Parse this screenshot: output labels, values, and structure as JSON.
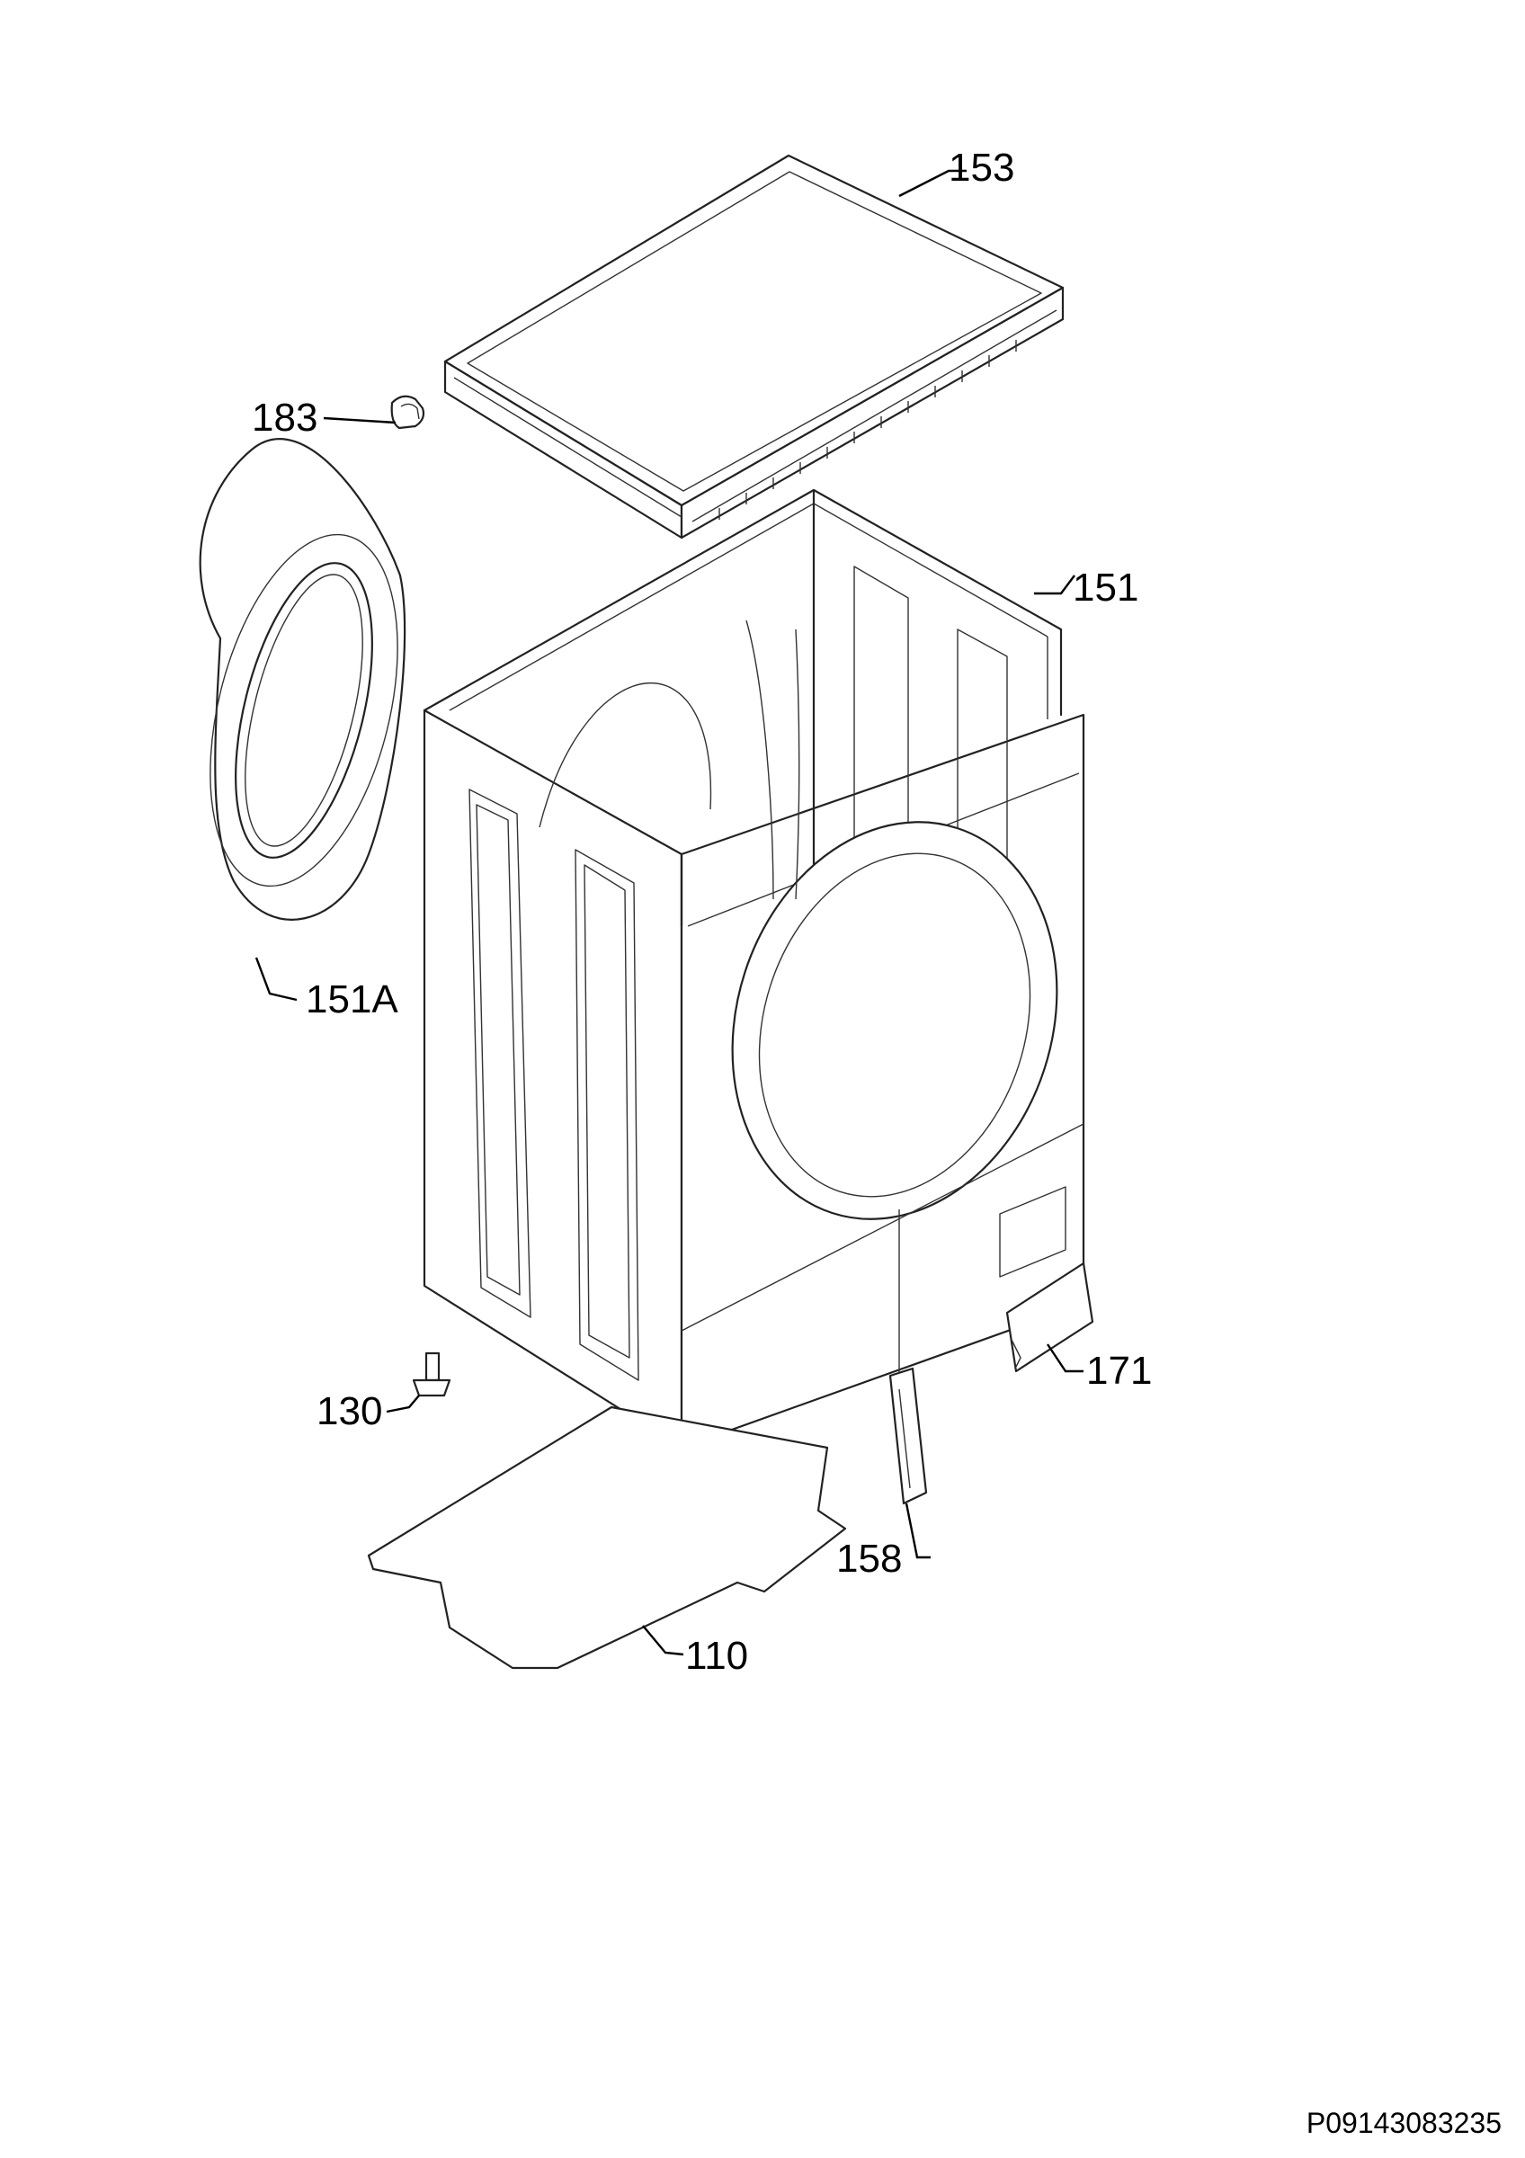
{
  "diagram": {
    "callouts": {
      "top_cover": "153",
      "hinge_clip": "183",
      "cabinet": "151",
      "door_gasket_frame": "151A",
      "adjustable_foot": "130",
      "service_flap": "171",
      "bracket": "158",
      "base_plate": "110"
    },
    "document_code": "P09143083235"
  }
}
